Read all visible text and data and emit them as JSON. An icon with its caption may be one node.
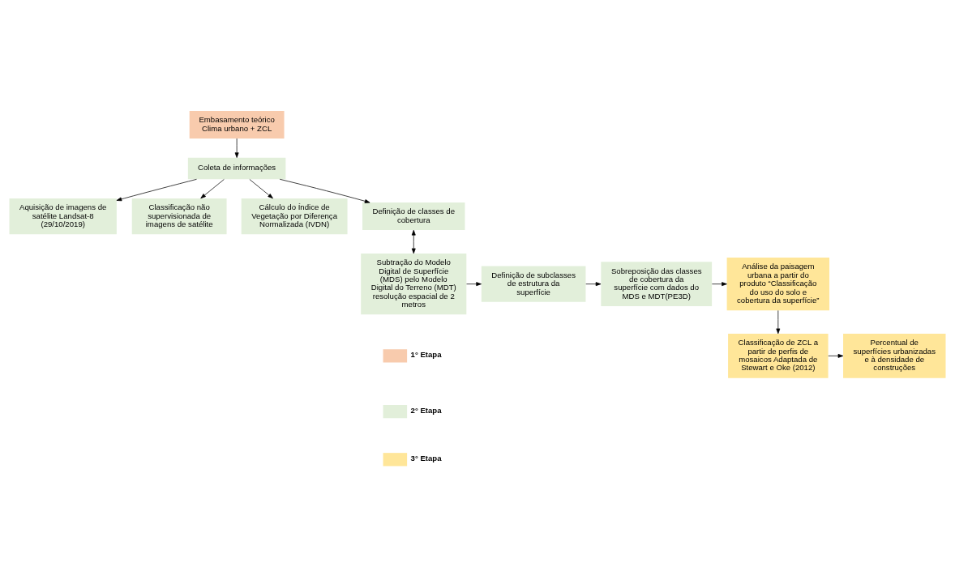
{
  "diagram": {
    "nodes": [
      {
        "text": [
          "Embasamento teórico Clima urbano + ZCL"
        ]
      },
      {
        "text": [
          "Coleta de informações"
        ]
      },
      {
        "text": [
          "Aquisição de imagens de satélite Landsat-8 (29/10/2019)"
        ]
      },
      {
        "text": [
          "Classificação não supervisionada de imagens de satélite"
        ]
      },
      {
        "text": [
          "Cálculo do Índice de Vegetação por Diferença Normalizada (IVDN)"
        ]
      },
      {
        "text": [
          "Definição de classes de cobertura"
        ]
      },
      {
        "text": [
          "Subtração do Modelo Digital de Superfície (MDS) pelo Modelo Digital do Terreno (MDT) resolução espacial de 2 metros"
        ]
      },
      {
        "text": [
          "Definição de subclasses de estrutura da superfície"
        ]
      },
      {
        "text": [
          "Sobreposição das classes de cobertura da superfície com dados do MDS e MDT(PE3D)"
        ]
      },
      {
        "text": [
          "Análise da paisagem urbana a partir do produto “Classificação do uso do solo e cobertura da superfície”"
        ]
      },
      {
        "text": [
          "Classificação de ZCL a partir de perfis de mosaicos Adaptada de Stewart e Oke (2012)"
        ]
      },
      {
        "text": [
          "Percentual de superfícies urbanizadas e à densidade de construções"
        ]
      }
    ],
    "edges": [
      {
        "from": 0,
        "to": 1,
        "arrow": "to"
      },
      {
        "from": 1,
        "to": 2,
        "arrow": "to"
      },
      {
        "from": 1,
        "to": 3,
        "arrow": "to"
      },
      {
        "from": 1,
        "to": 4,
        "arrow": "to"
      },
      {
        "from": 1,
        "to": 5,
        "arrow": "to"
      },
      {
        "from": 5,
        "to": 6,
        "arrow": "both"
      },
      {
        "from": 6,
        "to": 7,
        "arrow": "to"
      },
      {
        "from": 7,
        "to": 8,
        "arrow": "to"
      },
      {
        "from": 8,
        "to": 9,
        "arrow": "to"
      },
      {
        "from": 9,
        "to": 10,
        "arrow": "to"
      },
      {
        "from": 10,
        "to": 11,
        "arrow": "to"
      }
    ],
    "legend": [
      {
        "text": "1° Etapa",
        "color": "#f8cbad"
      },
      {
        "text": "2° Etapa",
        "color": "#e2efda"
      },
      {
        "text": "3° Etapa",
        "color": "#ffe699"
      }
    ]
  }
}
